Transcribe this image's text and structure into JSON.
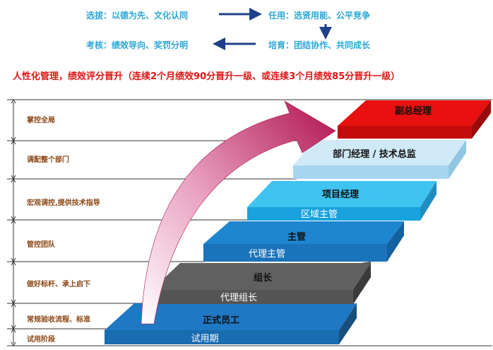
{
  "principles": {
    "select": "选拔：以德为先、文化认同",
    "appoint": "任用：选贤用能、公平竞争",
    "assess": "考核：绩效导向、奖罚分明",
    "train": "培育：团结协作、共同成长"
  },
  "banner": "人性化管理，绩效评分晋升（连续2个月绩效90分晋升一级、或连续3个月绩效85分晋升一级）",
  "responsibilities": [
    "掌控全局",
    "调配整个部门",
    "宏观调控,提供技术指导",
    "管控团队",
    "做好标杆、承上启下",
    "常规验收流程、标准",
    "试用阶段"
  ],
  "steps": [
    {
      "title": "正式员工",
      "subtitle": "试用期"
    },
    {
      "title": "组长",
      "subtitle": "代理组长"
    },
    {
      "title": "主管",
      "subtitle": "代理主管"
    },
    {
      "title": "项目经理",
      "subtitle": "区域主管"
    },
    {
      "title": "部门经理 / 技术总监",
      "subtitle": ""
    },
    {
      "title": "副总经理",
      "subtitle": ""
    }
  ],
  "colors": {
    "accent_blue": "#2aa7d6",
    "banner_red": "#e01515",
    "label_brown": "#8b4513",
    "arrow": "#c2185b"
  }
}
